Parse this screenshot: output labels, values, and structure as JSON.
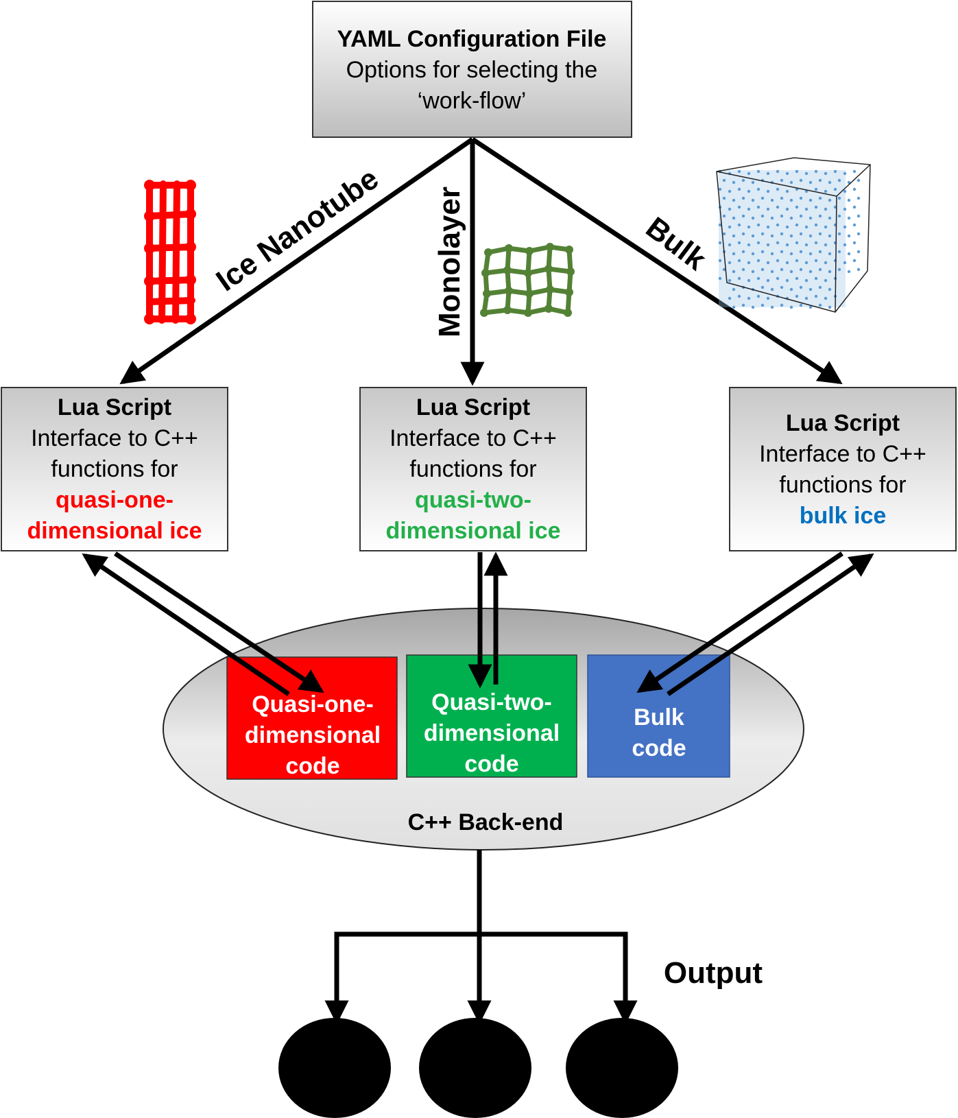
{
  "yaml_box": {
    "title": "YAML Configuration File",
    "line1": "Options for selecting the",
    "line2": "‘work-flow’"
  },
  "branches": {
    "left": "Ice Nanotube",
    "middle": "Monolayer",
    "right": "Bulk"
  },
  "lua_boxes": [
    {
      "title": "Lua Script",
      "line1": "Interface to C++",
      "line2": "functions for",
      "hl1": "quasi-one-",
      "hl2": "dimensional ice",
      "color": "#ff0000"
    },
    {
      "title": "Lua Script",
      "line1": "Interface to C++",
      "line2": "functions for",
      "hl1": "quasi-two-",
      "hl2": "dimensional ice",
      "color": "#22b04a"
    },
    {
      "title": "Lua Script",
      "line1": "Interface to C++",
      "line2": "functions for",
      "hl1": "bulk ice",
      "color": "#0070c0"
    }
  ],
  "backend": {
    "label": "C++ Back-end",
    "codes": [
      {
        "line1": "Quasi-one-",
        "line2": "dimensional",
        "line3": "code",
        "color": "#ff0000"
      },
      {
        "line1": "Quasi-two-",
        "line2": "dimensional",
        "line3": "code",
        "color": "#00b04f"
      },
      {
        "line1": "Bulk",
        "line2": "code",
        "color": "#4472c4"
      }
    ]
  },
  "output_label": "Output",
  "icons": [
    "ice-nanotube-icon",
    "monolayer-grid-icon",
    "bulk-ice-cube-icon"
  ]
}
